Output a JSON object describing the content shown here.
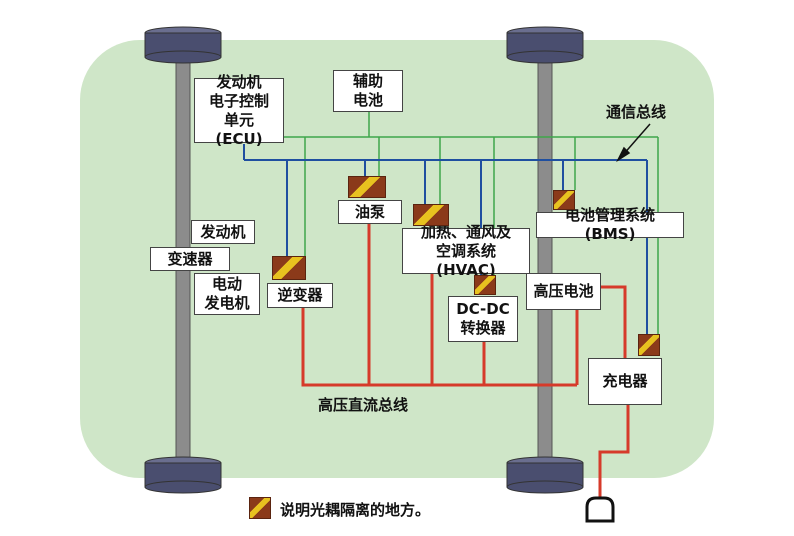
{
  "colors": {
    "background_board": "#cfe6c8",
    "axle": "#8c8c8c",
    "wheel": "#4a4e6f",
    "hv_bus": "#d63a2a",
    "can_bus": "#1f4fa0",
    "aux_bus": "#3fa64a",
    "isolator_dark": "#8b3a1a",
    "isolator_stripe": "#e8c21f"
  },
  "labels": {
    "ecu": "发动机\n电子控制\n单元 (ECU)",
    "aux_battery": "辅助\n电池",
    "comm_bus": "通信总线",
    "oil_pump": "油泵",
    "hvac": "加热、通风及\n空调系统 (HVAC)",
    "bms": "电池管理系统 (BMS)",
    "engine": "发动机",
    "transmission": "变速器",
    "motor_generator": "电动\n发电机",
    "inverter": "逆变器",
    "dcdc": "DC-DC\n转换器",
    "hv_battery": "高压电池",
    "charger": "充电器",
    "hv_dc_bus": "高压直流总线",
    "legend": "说明光耦隔离的地方。"
  },
  "icons": {
    "isolator": "optocoupler-isolation-icon",
    "plug": "charging-plug-icon",
    "arrow": "pointer-arrow-icon"
  }
}
